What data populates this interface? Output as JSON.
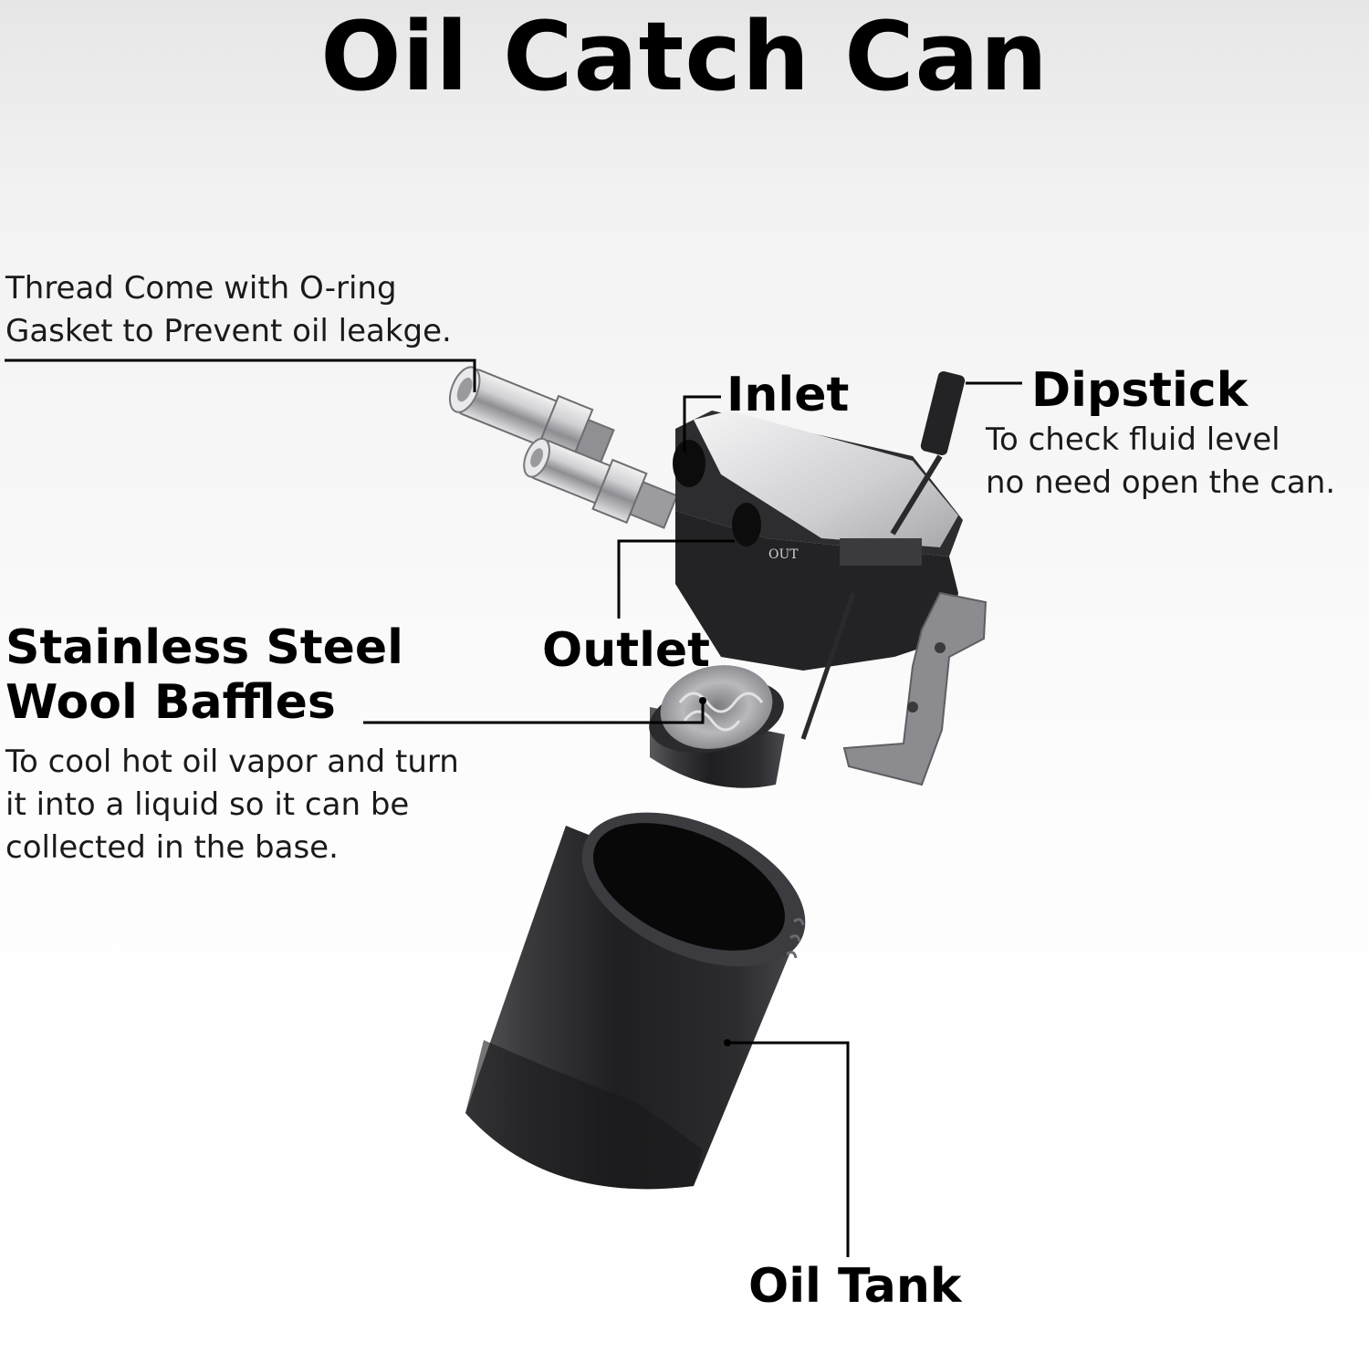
{
  "title": "Oil Catch Can",
  "callouts": {
    "thread": {
      "line1": "Thread Come with O-ring",
      "line2": "Gasket to Prevent oil leakge."
    },
    "inlet": {
      "label": "Inlet"
    },
    "dipstick": {
      "label": "Dipstick",
      "line1": "To check fluid level",
      "line2": "no need open the can."
    },
    "outlet": {
      "label": "Outlet"
    },
    "baffles": {
      "label_line1": "Stainless  Steel",
      "label_line2": "Wool Baffles",
      "line1": "To cool hot oil vapor and turn",
      "line2": "it into a liquid so it can be",
      "line3": "collected in the base."
    },
    "tank": {
      "label": "Oil Tank"
    }
  },
  "product_marking": "OUT",
  "colors": {
    "metal_dark": "#2b2b2d",
    "metal_silver": "#c9c9cc",
    "text": "#000000"
  }
}
